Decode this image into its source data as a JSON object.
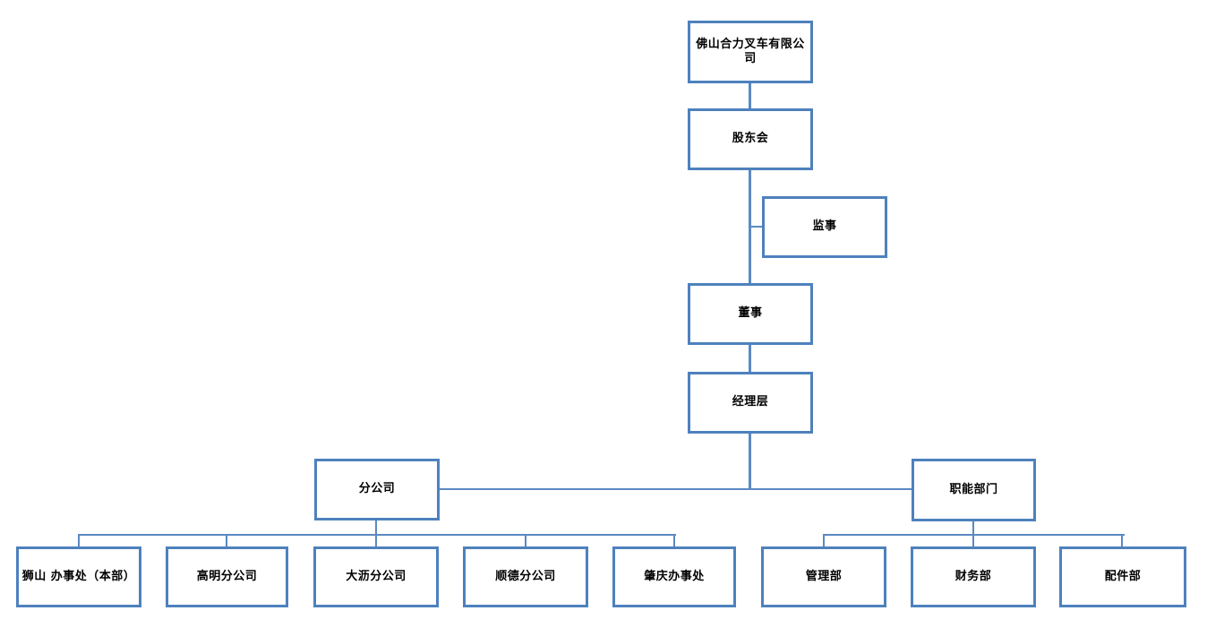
{
  "org": {
    "nodes": {
      "company": {
        "label": "佛山合力叉车有限公司"
      },
      "shareholders": {
        "label": "股东会"
      },
      "supervisor": {
        "label": "监事"
      },
      "director": {
        "label": "董事"
      },
      "management": {
        "label": "经理层"
      },
      "branches": {
        "label": "分公司"
      },
      "functional": {
        "label": "职能部门"
      },
      "shishan": {
        "label": "狮山 办事处（本部）"
      },
      "gaoming": {
        "label": "高明分公司"
      },
      "dali": {
        "label": "大沥分公司"
      },
      "shunde": {
        "label": "顺德分公司"
      },
      "zhaoqing": {
        "label": "肇庆办事处"
      },
      "admin": {
        "label": "管理部"
      },
      "finance": {
        "label": "财务部"
      },
      "parts": {
        "label": "配件部"
      }
    },
    "edges": [
      {
        "from": "company",
        "to": "shareholders"
      },
      {
        "from": "shareholders",
        "to": "director"
      },
      {
        "from": "shareholders-director-line",
        "to": "supervisor"
      },
      {
        "from": "director",
        "to": "management"
      },
      {
        "from": "management",
        "to": "branches"
      },
      {
        "from": "management",
        "to": "functional"
      },
      {
        "from": "branches",
        "to": "shishan"
      },
      {
        "from": "branches",
        "to": "gaoming"
      },
      {
        "from": "branches",
        "to": "dali"
      },
      {
        "from": "branches",
        "to": "shunde"
      },
      {
        "from": "branches",
        "to": "zhaoqing"
      },
      {
        "from": "functional",
        "to": "admin"
      },
      {
        "from": "functional",
        "to": "finance"
      },
      {
        "from": "functional",
        "to": "parts"
      }
    ],
    "colors": {
      "box_border": "#4e81bd",
      "connector": "#5b89c2",
      "text": "#000000",
      "background": "#ffffff"
    }
  }
}
